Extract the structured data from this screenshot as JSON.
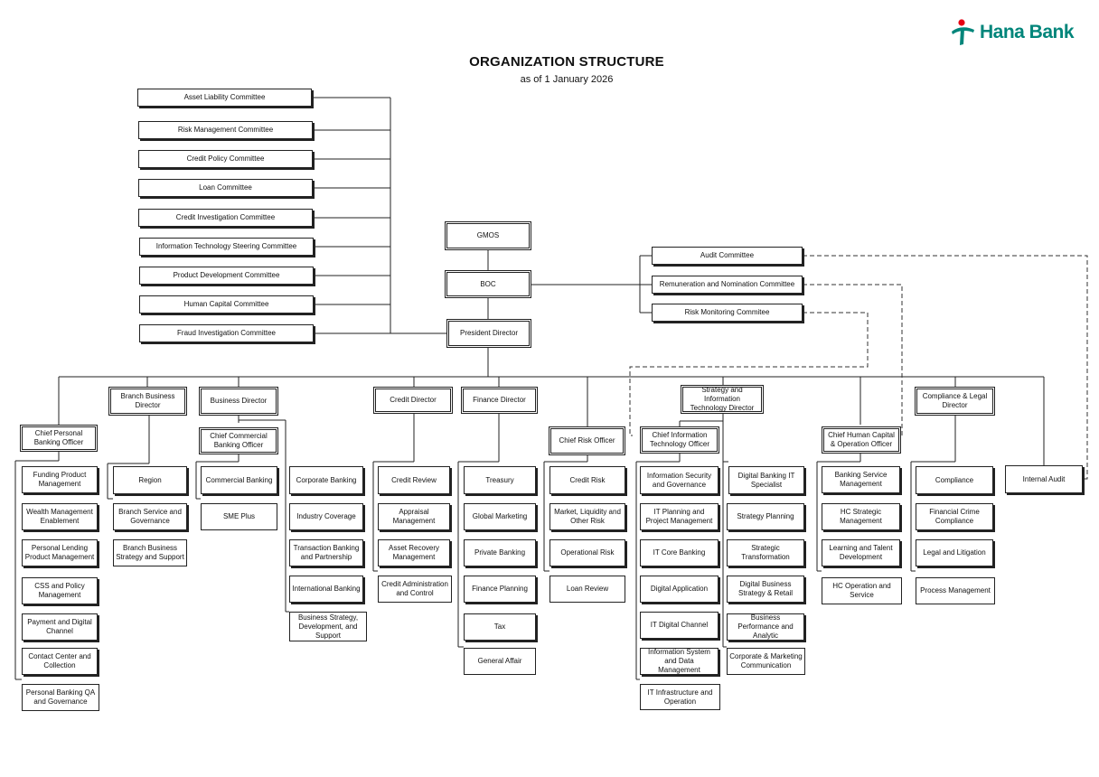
{
  "brand": {
    "name": "Hana Bank",
    "color": "#00857a",
    "accent": "#e60012",
    "icon": "hana-logo-icon"
  },
  "title": "ORGANIZATION STRUCTURE",
  "subtitle": "as of 1 January 2026",
  "committees": [
    "Asset Liability Committee",
    "Risk Management Committee",
    "Credit Policy Committee",
    "Loan Committee",
    "Credit Investigation Committee",
    "Information Technology Steering Committee",
    "Product Development Committee",
    "Human Capital Committee",
    "Fraud Investigation Committee"
  ],
  "board": {
    "gmos": "GMOS",
    "boc": "BOC",
    "president": "President Director"
  },
  "boc_committees": [
    "Audit Committee",
    "Remuneration and Nomination Committee",
    "Risk Monitoring Commitee"
  ],
  "directors": {
    "branch_business": "Branch Business Director",
    "business": "Business Director",
    "credit": "Credit Director",
    "finance": "Finance Director",
    "strategy_it": "Strategy and Information Technology Director",
    "compliance_legal": "Compliance & Legal Director"
  },
  "officers": {
    "personal_banking": "Chief Personal Banking Officer",
    "commercial_banking": "Chief Commercial Banking Officer",
    "risk": "Chief Risk Officer",
    "it": "Chief Information Technology Officer",
    "human_capital": "Chief Human Capital & Operation Officer"
  },
  "units": {
    "personal_banking": [
      "Funding Product Management",
      "Wealth Management Enablement",
      "Personal Lending Product Management",
      "CSS and Policy Management",
      "Payment and Digital Channel",
      "Contact Center and Collection",
      "Personal Banking QA and Governance"
    ],
    "branch": [
      "Region",
      "Branch Service and Governance",
      "Branch Business Strategy and Support"
    ],
    "commercial": [
      "Commercial Banking",
      "SME Plus"
    ],
    "business": [
      "Corporate Banking",
      "Industry Coverage",
      "Transaction Banking and Partnership",
      "International Banking",
      "Business Strategy, Development, and Support"
    ],
    "credit": [
      "Credit Review",
      "Appraisal Management",
      "Asset Recovery Management",
      "Credit Administration and Control"
    ],
    "finance": [
      "Treasury",
      "Global Marketing",
      "Private Banking",
      "Finance Planning",
      "Tax",
      "General Affair"
    ],
    "risk": [
      "Credit Risk",
      "Market, Liquidity and Other Risk",
      "Operational Risk",
      "Loan Review"
    ],
    "it": [
      "Information Security and Governance",
      "IT Planning and Project Management",
      "IT Core Banking",
      "Digital Application",
      "IT Digital Channel",
      "Information System and Data Management",
      "IT Infrastructure and Operation"
    ],
    "strategy": [
      "Digital Banking IT Specialist",
      "Strategy Planning",
      "Strategic Transformation",
      "Digital Business Strategy & Retail",
      "Business Performance and Analytic",
      "Corporate & Marketing Communication"
    ],
    "human_capital": [
      "Banking Service Management",
      "HC Strategic Management",
      "Learning and Talent Development",
      "HC Operation and Service"
    ],
    "compliance": [
      "Compliance",
      "Financial Crime Compliance",
      "Legal and Litigation",
      "Process Management"
    ],
    "internal_audit": "Internal Audit"
  }
}
